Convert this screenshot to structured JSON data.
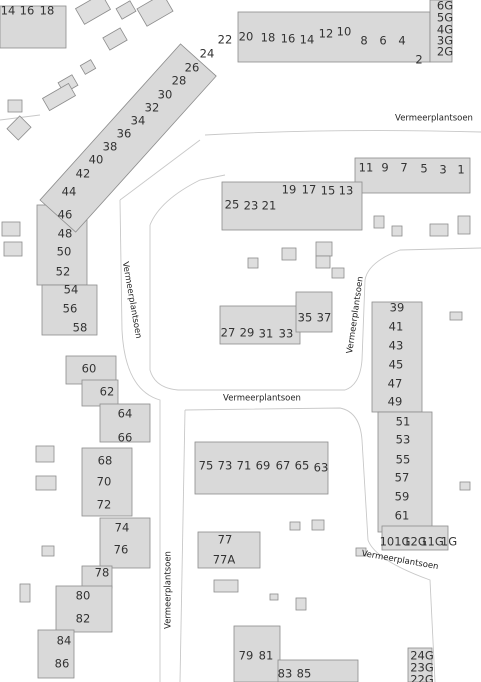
{
  "streets": [
    {
      "id": "s1",
      "label": "Vermeerplantsoen"
    },
    {
      "id": "s2",
      "label": "Vermeerplantsoen"
    },
    {
      "id": "s3",
      "label": "Vermeerplantsoen"
    },
    {
      "id": "s4",
      "label": "Vermeerplantsoen"
    },
    {
      "id": "s5",
      "label": "Vermeerplantsoen"
    },
    {
      "id": "s6",
      "label": "Vermeerplantsoen"
    }
  ],
  "house_numbers": [
    "14",
    "16",
    "18",
    "22",
    "24",
    "26",
    "28",
    "30",
    "32",
    "34",
    "36",
    "38",
    "40",
    "42",
    "44",
    "46",
    "48",
    "50",
    "52",
    "54",
    "56",
    "58",
    "20",
    "18",
    "16",
    "14",
    "12",
    "10",
    "8",
    "6",
    "4",
    "2",
    "6G",
    "5G",
    "4G",
    "3G",
    "2G",
    "11",
    "9",
    "7",
    "5",
    "3",
    "1",
    "25",
    "23",
    "21",
    "19",
    "17",
    "15",
    "13",
    "27",
    "29",
    "31",
    "33",
    "35",
    "37",
    "39",
    "41",
    "43",
    "45",
    "47",
    "49",
    "51",
    "53",
    "55",
    "57",
    "59",
    "61",
    "101G",
    "12G",
    "11G",
    "1G",
    "60",
    "62",
    "64",
    "66",
    "68",
    "70",
    "72",
    "74",
    "76",
    "78",
    "80",
    "82",
    "84",
    "86",
    "75",
    "73",
    "71",
    "69",
    "67",
    "65",
    "63",
    "77",
    "77A",
    "79",
    "81",
    "83",
    "85",
    "24G",
    "23G",
    "22G"
  ]
}
